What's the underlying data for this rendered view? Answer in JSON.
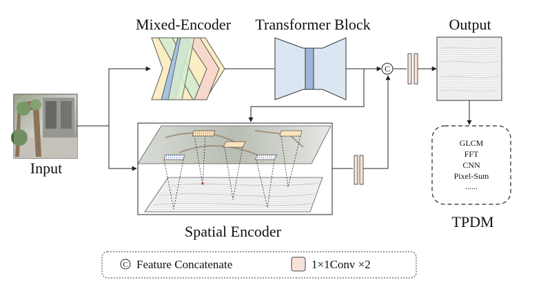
{
  "labels": {
    "mixed_encoder": "Mixed-Encoder",
    "transformer_block": "Transformer Block",
    "output": "Output",
    "input": "Input",
    "spatial_encoder": "Spatial Encoder",
    "tpdm": "TPDM",
    "concat_symbol": "C"
  },
  "tpdm_items": [
    "GLCM",
    "FFT",
    "CNN",
    "Pixel-Sum",
    "......"
  ],
  "legend": {
    "concat_symbol": "C",
    "concat_label": "Feature Concatenate",
    "conv_label": "1×1Conv ×2"
  },
  "colors": {
    "encoder_yellow": "#fbedc4",
    "encoder_green": "#d8edcf",
    "encoder_blue": "#a9c2e3",
    "encoder_pink": "#f8d7cc",
    "transformer_fill": "#dce6f3",
    "transformer_bar": "#9fb6da",
    "conv_fill": "#f9e3d8",
    "patch_fill": "#fbe4b8"
  }
}
